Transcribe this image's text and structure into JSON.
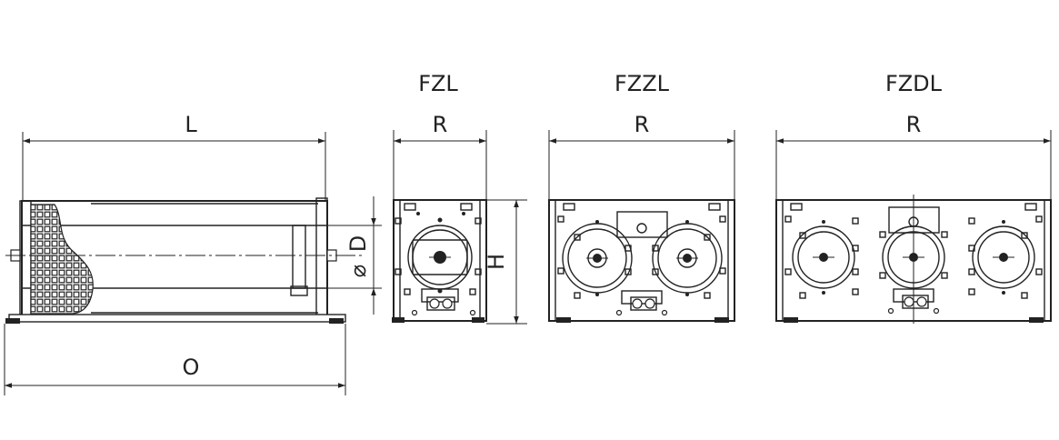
{
  "side_view": {
    "length_label": "L",
    "overall_label": "O",
    "diameter_label": "D",
    "diameter_symbol": "⌀"
  },
  "views": [
    {
      "model": "FZL",
      "width_label": "R",
      "height_label": "H"
    },
    {
      "model": "FZZL",
      "width_label": "R"
    },
    {
      "model": "FZDL",
      "width_label": "R"
    }
  ]
}
